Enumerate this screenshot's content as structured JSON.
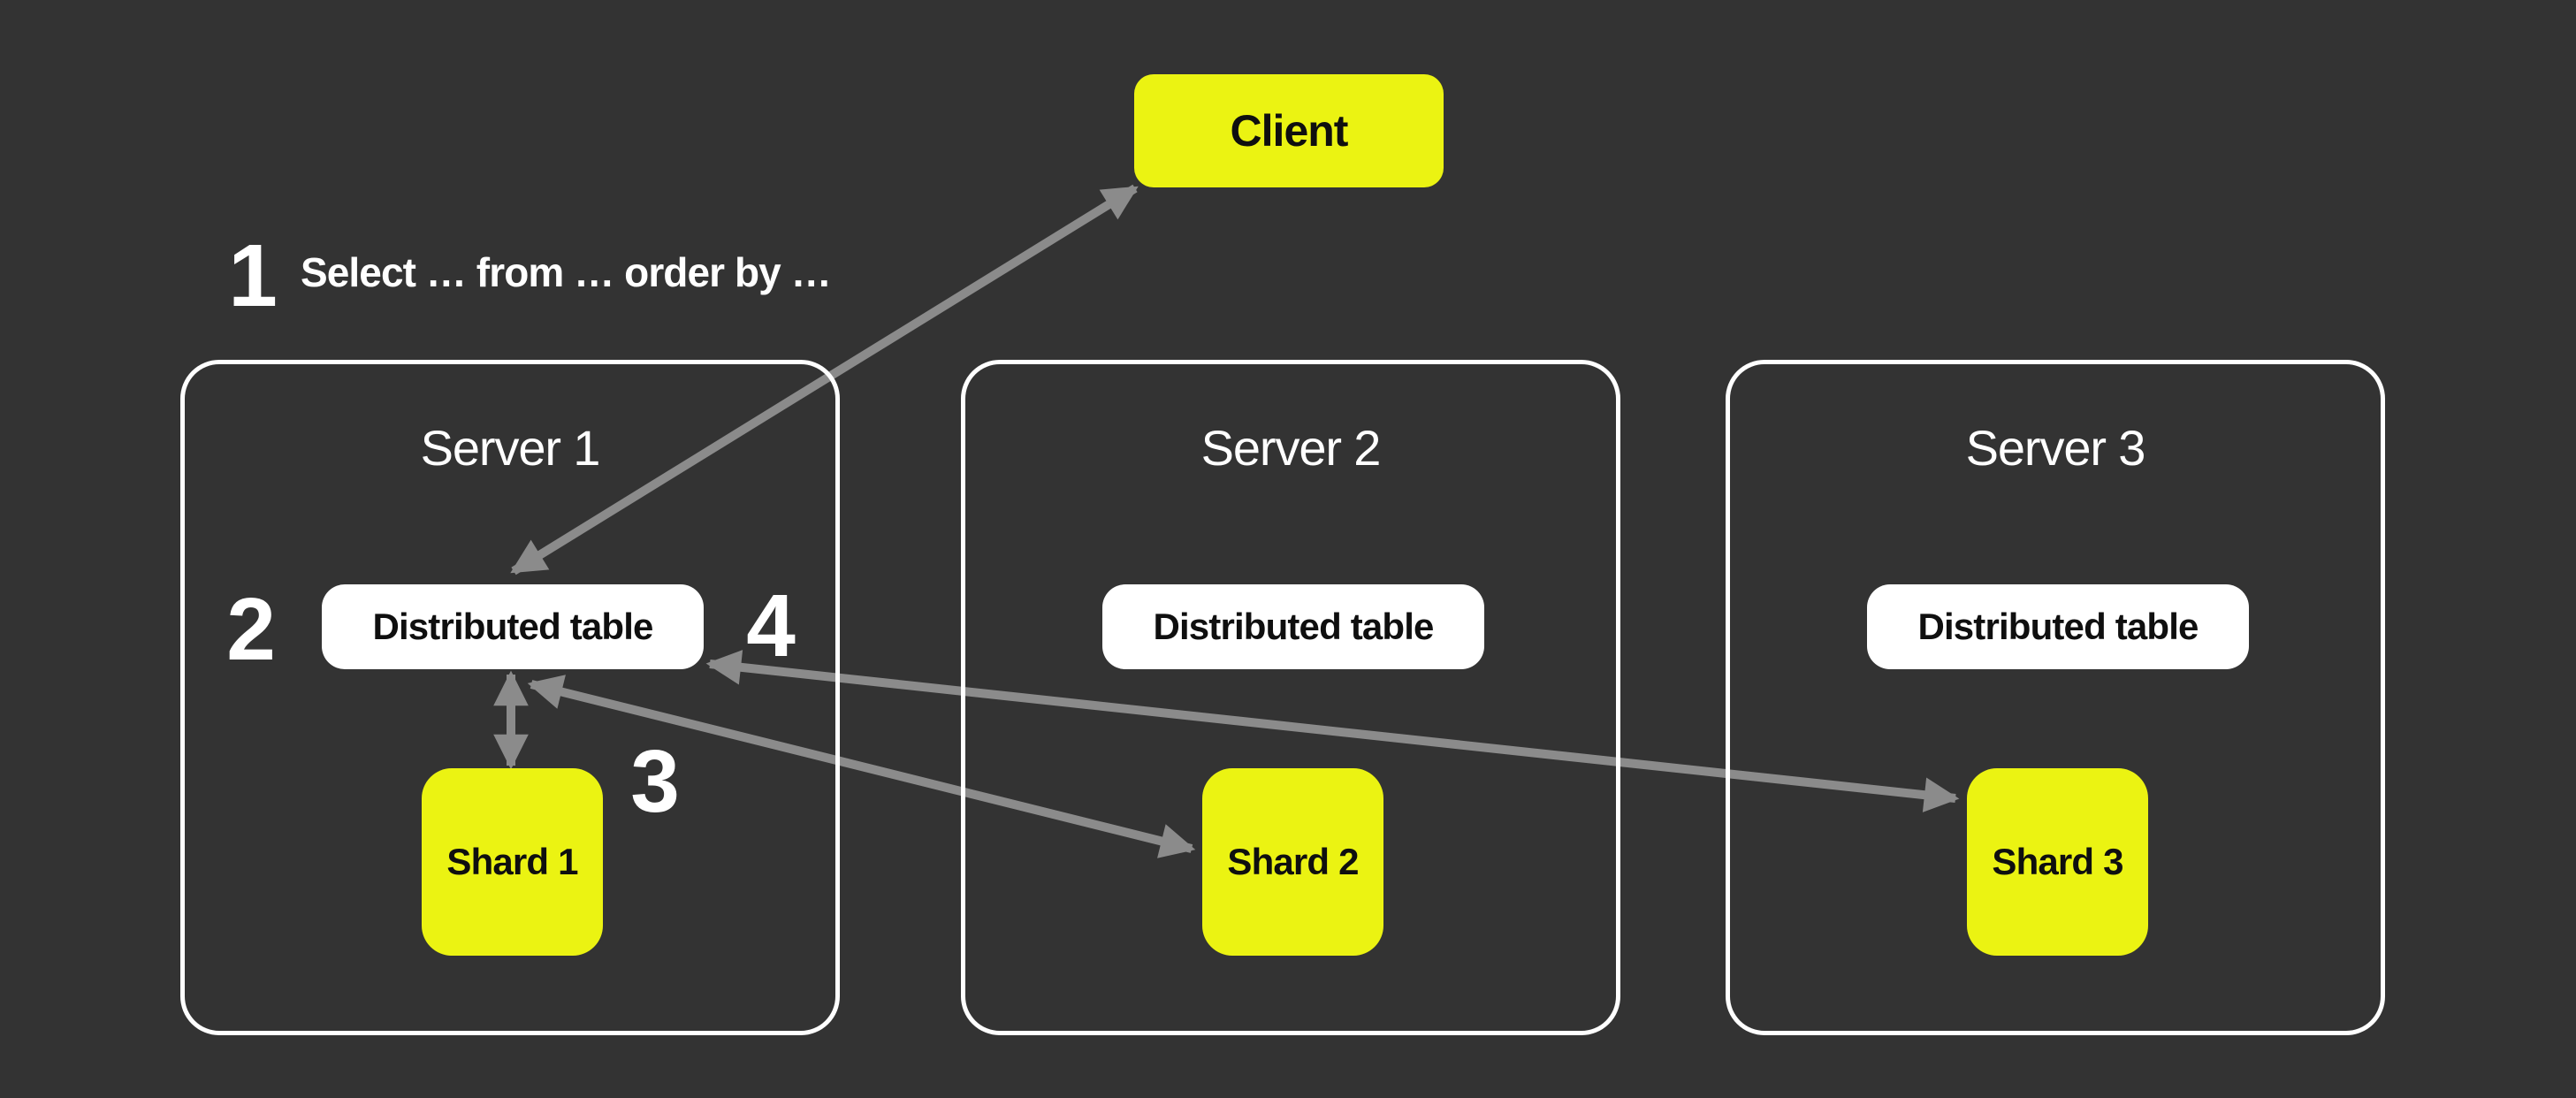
{
  "colors": {
    "background": "#333333",
    "accent_yellow": "#ebf312",
    "node_white": "#ffffff",
    "arrow_gray": "#8b8b8b",
    "dark_text": "#0f0f0f"
  },
  "client": {
    "label": "Client"
  },
  "steps": {
    "step1": {
      "label": "1",
      "query": "Select … from … order by …"
    },
    "step2": {
      "label": "2"
    },
    "step3": {
      "label": "3"
    },
    "step4": {
      "label": "4"
    }
  },
  "servers": [
    {
      "title": "Server 1",
      "table_label": "Distributed table",
      "shard_label": "Shard 1"
    },
    {
      "title": "Server 2",
      "table_label": "Distributed table",
      "shard_label": "Shard 2"
    },
    {
      "title": "Server 3",
      "table_label": "Distributed table",
      "shard_label": "Shard 3"
    }
  ],
  "connections": [
    {
      "from": "distributed-table-1",
      "to": "client",
      "bidirectional": true
    },
    {
      "from": "distributed-table-1",
      "to": "shard-1",
      "bidirectional": true
    },
    {
      "from": "distributed-table-1",
      "to": "shard-2",
      "bidirectional": true
    },
    {
      "from": "distributed-table-1",
      "to": "shard-3",
      "bidirectional": true
    }
  ]
}
